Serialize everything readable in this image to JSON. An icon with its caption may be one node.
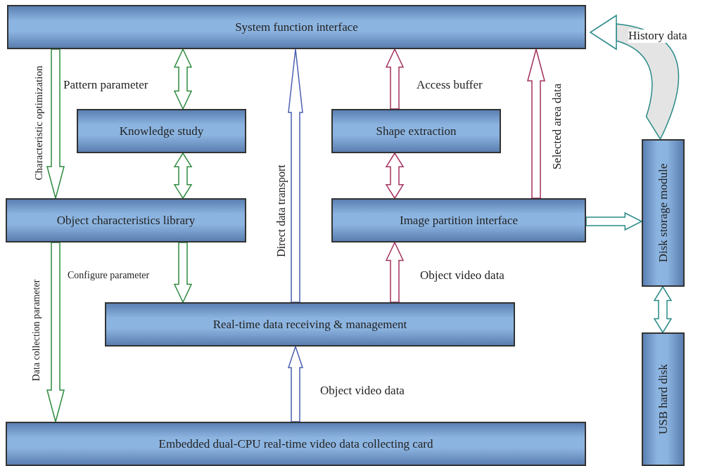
{
  "diagram": {
    "nodes": [
      {
        "text": [
          "System function interface"
        ]
      },
      {
        "text": [
          "Knowledge study"
        ]
      },
      {
        "text": [
          "Shape extraction"
        ]
      },
      {
        "text": [
          "Object characteristics library"
        ]
      },
      {
        "text": [
          "Image partition interface"
        ]
      },
      {
        "text": [
          "Disk storage module"
        ]
      },
      {
        "text": [
          "Real-time data receiving & management"
        ]
      },
      {
        "text": [
          "USB hard disk"
        ]
      },
      {
        "text": [
          "Embedded dual-CPU real-time video data collecting card"
        ]
      }
    ],
    "edges": [
      {
        "from": 0,
        "to": 3,
        "arrow": "to",
        "label": "Characteristic optimization",
        "color": "#2e8b3e"
      },
      {
        "from": 1,
        "to": 0,
        "arrow": "both",
        "label": "Pattern parameter",
        "color": "#2e8b3e"
      },
      {
        "from": 1,
        "to": 3,
        "arrow": "both",
        "color": "#2e8b3e"
      },
      {
        "from": 3,
        "to": 8,
        "arrow": "to",
        "label": "Data collection parameter",
        "color": "#2e8b3e"
      },
      {
        "from": 3,
        "to": 6,
        "arrow": "to",
        "label": "Configure parameter",
        "color": "#2e8b3e"
      },
      {
        "from": 6,
        "to": 0,
        "arrow": "to",
        "label": "Direct data transport",
        "color": "#4a5fb0"
      },
      {
        "from": 2,
        "to": 0,
        "arrow": "to",
        "label": "Access buffer",
        "color": "#a3305e"
      },
      {
        "from": 2,
        "to": 4,
        "arrow": "both",
        "color": "#a3305e"
      },
      {
        "from": 4,
        "to": 0,
        "arrow": "to",
        "label": "Selected area data",
        "color": "#a3305e"
      },
      {
        "from": 6,
        "to": 4,
        "arrow": "to",
        "label": "Object video data",
        "color": "#a3305e"
      },
      {
        "from": 8,
        "to": 6,
        "arrow": "to",
        "label": "Object video data",
        "color": "#4a5fb0"
      },
      {
        "from": 4,
        "to": 5,
        "arrow": "to",
        "color": "#2a8a88"
      },
      {
        "from": 5,
        "to": 7,
        "arrow": "both",
        "color": "#2a8a88"
      },
      {
        "from": 5,
        "to": 0,
        "arrow": "to",
        "label": "History data",
        "color": "#2a8a88"
      }
    ]
  }
}
